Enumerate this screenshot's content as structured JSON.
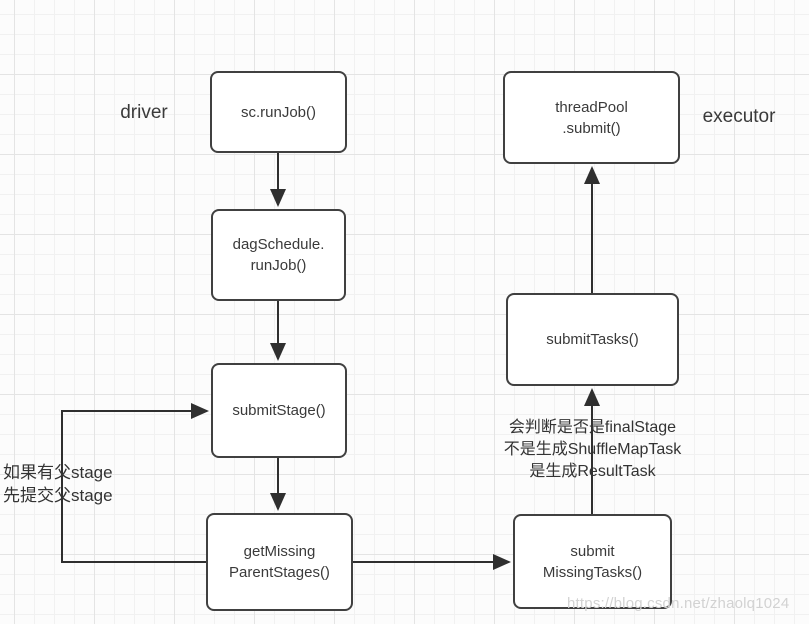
{
  "diagram": {
    "lane_labels": {
      "driver": "driver",
      "executor": "executor"
    },
    "nodes": [
      {
        "id": "sc-runjob",
        "label": "sc.runJob()"
      },
      {
        "id": "dagschedule-runjob",
        "label": "dagSchedule.\nrunJob()"
      },
      {
        "id": "submitstage",
        "label": "submitStage()"
      },
      {
        "id": "getmissing-parentstages",
        "label": "getMissing\nParentStages()"
      },
      {
        "id": "submit-missingtasks",
        "label": "submit\nMissingTasks()"
      },
      {
        "id": "submittasks",
        "label": "submitTasks()"
      },
      {
        "id": "threadpool-submit",
        "label": "threadPool\n.submit()"
      }
    ],
    "edges": [
      {
        "from": "sc-runjob",
        "to": "dagschedule-runjob"
      },
      {
        "from": "dagschedule-runjob",
        "to": "submitstage"
      },
      {
        "from": "submitstage",
        "to": "getmissing-parentstages"
      },
      {
        "from": "getmissing-parentstages",
        "to": "submit-missingtasks"
      },
      {
        "from": "submit-missingtasks",
        "to": "submittasks"
      },
      {
        "from": "submittasks",
        "to": "threadpool-submit"
      },
      {
        "from": "getmissing-parentstages",
        "to": "submitstage",
        "note": "loop-back"
      }
    ],
    "annotations": {
      "parent_stage_note": "如果有父stage\n先提交父stage",
      "final_stage_note": "会判断是否是finalStage\n不是生成ShuffleMapTask\n是生成ResultTask"
    },
    "watermark": "https://blog.csdn.net/zhaolq1024",
    "colors": {
      "node_border": "#404040",
      "node_fill": "#ffffff",
      "arrow": "#2f2f2f",
      "text": "#3a3a3a",
      "grid_minor": "#f1f1f1",
      "grid_major": "#e4e4e4",
      "canvas_bg": "#fcfcfc",
      "watermark": "#d2d2d2"
    }
  }
}
